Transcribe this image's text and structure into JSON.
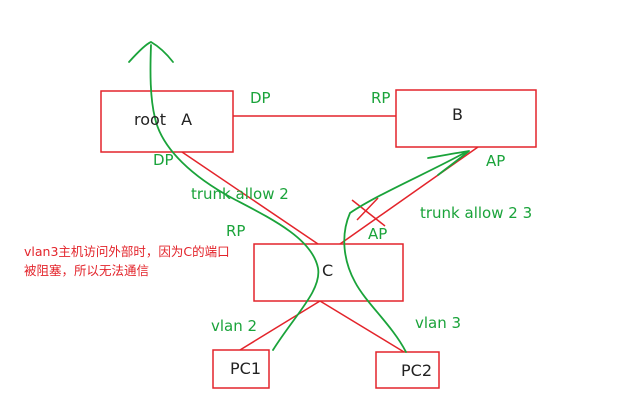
{
  "switches": {
    "a": {
      "name": "root",
      "letter": "A"
    },
    "b": {
      "name": "B"
    },
    "c": {
      "name": "C"
    }
  },
  "pcs": {
    "pc1": "PC1",
    "pc2": "PC2"
  },
  "ports": {
    "a_right": "DP",
    "b_left": "RP",
    "a_bottom": "DP",
    "b_bottom": "AP",
    "c_left": "RP",
    "c_right": "AP"
  },
  "links": {
    "a_c": "trunk allow 2",
    "b_c": "trunk allow 2 3",
    "c_pc1": "vlan 2",
    "c_pc2": "vlan 3"
  },
  "note": {
    "line1": "vlan3主机访问外部时，因为C的端口",
    "line2": "被阻塞，所以无法通信"
  },
  "colors": {
    "device": "#e3242b",
    "path": "#1aa33a"
  }
}
